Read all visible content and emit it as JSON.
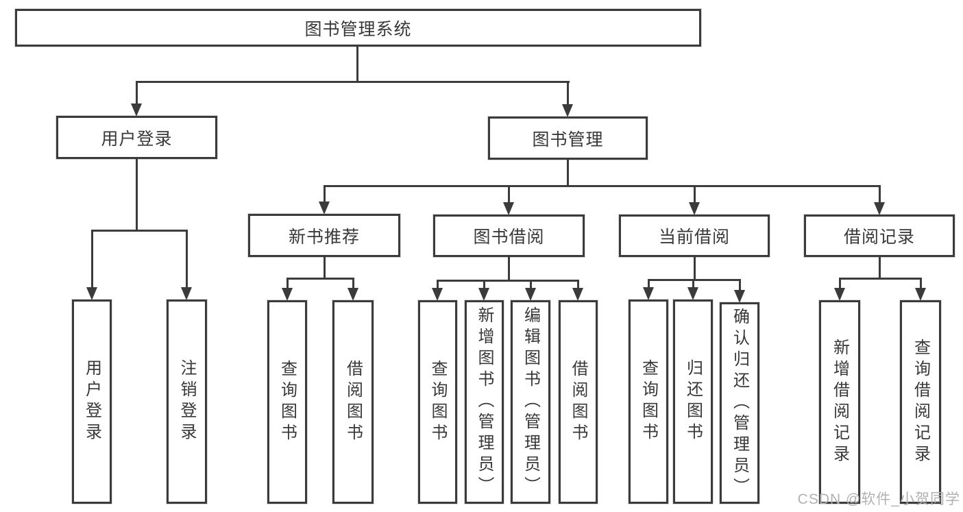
{
  "tree": {
    "label": "图书管理系统",
    "children": [
      {
        "label": "用户登录",
        "children": [
          {
            "label": "用户登录"
          },
          {
            "label": "注销登录"
          }
        ]
      },
      {
        "label": "图书管理",
        "children": [
          {
            "label": "新书推荐",
            "children": [
              {
                "label": "查询图书"
              },
              {
                "label": "借阅图书"
              }
            ]
          },
          {
            "label": "图书借阅",
            "children": [
              {
                "label": "查询图书"
              },
              {
                "label": "新增图书（管理员）"
              },
              {
                "label": "编辑图书（管理员）"
              },
              {
                "label": "借阅图书"
              }
            ]
          },
          {
            "label": "当前借阅",
            "children": [
              {
                "label": "查询图书"
              },
              {
                "label": "归还图书"
              },
              {
                "label": "确认归还（管理员）"
              }
            ]
          },
          {
            "label": "借阅记录",
            "children": [
              {
                "label": "新增借阅记录"
              },
              {
                "label": "查询借阅记录"
              }
            ]
          }
        ]
      }
    ]
  },
  "watermark": {
    "text": "CSDN @软件_小贺同学"
  },
  "colors": {
    "line": "#3b3b3b",
    "text": "#383838",
    "watermark": "#b3b0b0",
    "background": "#ffffff"
  }
}
